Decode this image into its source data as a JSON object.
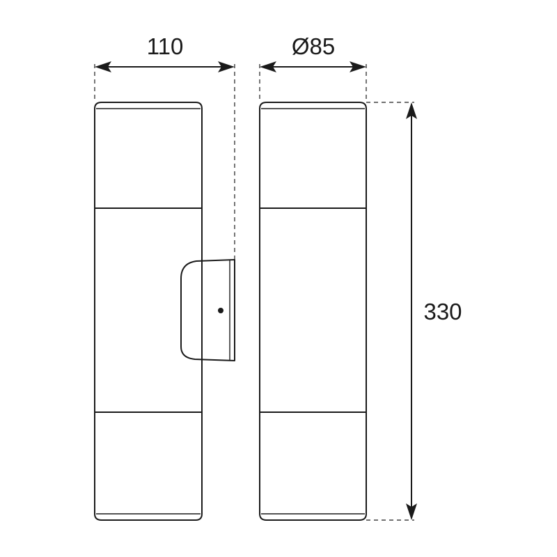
{
  "dimensions": {
    "width": "110",
    "diameter": "Ø85",
    "height": "330"
  },
  "colors": {
    "line": "#1a1a1a",
    "background": "#ffffff"
  }
}
